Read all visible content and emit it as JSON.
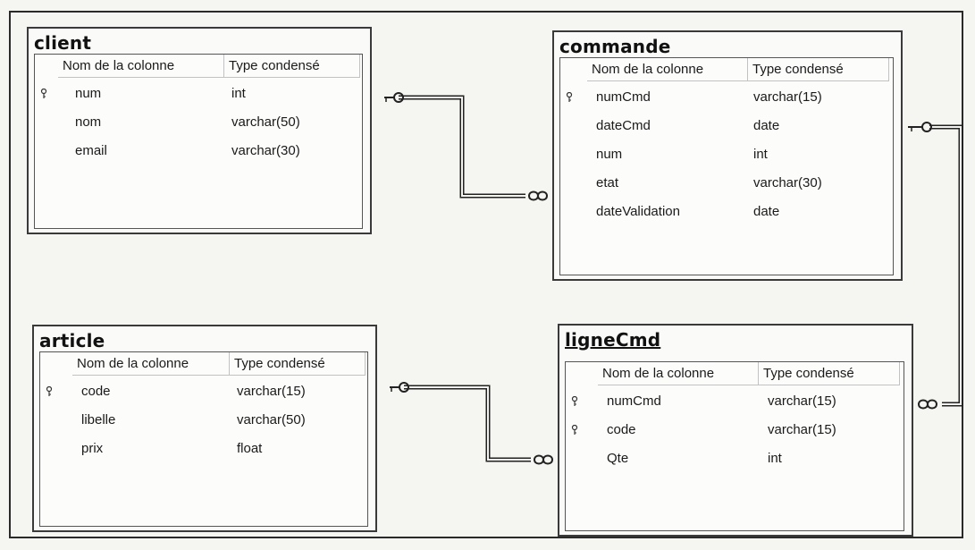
{
  "columns_header": {
    "name": "Nom de la colonne",
    "type": "Type condensé"
  },
  "tables": {
    "client": {
      "title": "client",
      "rows": [
        {
          "pk": true,
          "name": "num",
          "type": "int"
        },
        {
          "pk": false,
          "name": "nom",
          "type": "varchar(50)"
        },
        {
          "pk": false,
          "name": "email",
          "type": "varchar(30)"
        }
      ]
    },
    "commande": {
      "title": "commande",
      "rows": [
        {
          "pk": true,
          "name": "numCmd",
          "type": "varchar(15)"
        },
        {
          "pk": false,
          "name": "dateCmd",
          "type": "date"
        },
        {
          "pk": false,
          "name": "num",
          "type": "int"
        },
        {
          "pk": false,
          "name": "etat",
          "type": "varchar(30)"
        },
        {
          "pk": false,
          "name": "dateValidation",
          "type": "date"
        }
      ]
    },
    "article": {
      "title": "article",
      "rows": [
        {
          "pk": true,
          "name": "code",
          "type": "varchar(15)"
        },
        {
          "pk": false,
          "name": "libelle",
          "type": "varchar(50)"
        },
        {
          "pk": false,
          "name": "prix",
          "type": "float"
        }
      ]
    },
    "ligneCmd": {
      "title": "ligneCmd",
      "rows": [
        {
          "pk": true,
          "name": "numCmd",
          "type": "varchar(15)"
        },
        {
          "pk": true,
          "name": "code",
          "type": "varchar(15)"
        },
        {
          "pk": false,
          "name": "Qte",
          "type": "int"
        }
      ]
    }
  },
  "relationships": [
    {
      "from": "client",
      "to": "commande",
      "from_end": "key",
      "to_end": "infinity"
    },
    {
      "from": "commande",
      "to": "ligneCmd",
      "from_end": "key",
      "to_end": "infinity"
    },
    {
      "from": "article",
      "to": "ligneCmd",
      "from_end": "key",
      "to_end": "infinity"
    }
  ],
  "icons": {
    "primary_key": "key-icon",
    "one_end": "key-icon",
    "many_end": "infinity-icon"
  }
}
